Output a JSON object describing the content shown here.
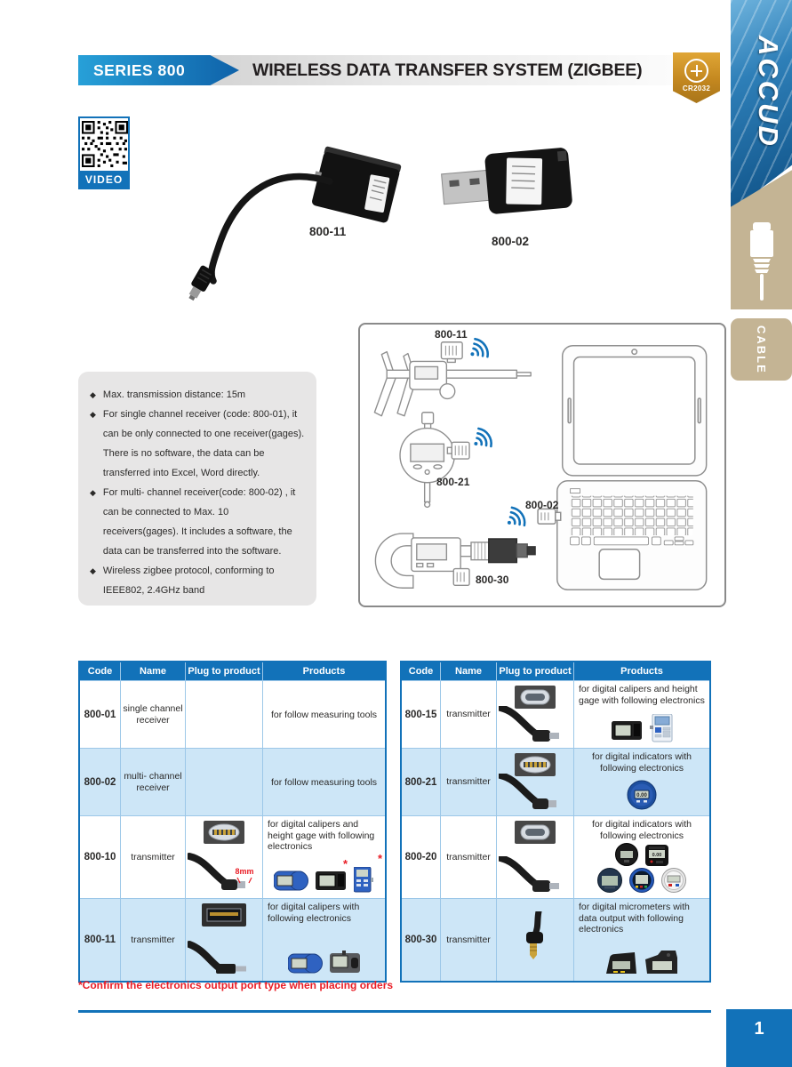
{
  "header": {
    "series": "SERIES 800",
    "title": "WIRELESS DATA TRANSFER SYSTEM (ZIGBEE)",
    "battery_label": "CR2032"
  },
  "sidebar": {
    "brand": "ACCUD",
    "tab_label": "CABLE"
  },
  "qr": {
    "label": "VIDEO"
  },
  "hero": {
    "items": [
      {
        "label": "800-11"
      },
      {
        "label": "800-02"
      }
    ]
  },
  "features": {
    "items": [
      "Max. transmission distance: 15m",
      "For single channel receiver (code: 800-01), it can be only connected to one receiver(gages). There is no software, the data can be transferred into Excel, Word directly.",
      "For multi- channel receiver(code: 800-02) , it can be connected to Max. 10 receivers(gages). It includes a software, the data can be transferred into the software.",
      "Wireless zigbee protocol, conforming to IEEE802, 2.4GHz band"
    ]
  },
  "diagram": {
    "labels": [
      "800-11",
      "800-21",
      "800-02",
      "800-30"
    ]
  },
  "tables": {
    "headers": [
      "Code",
      "Name",
      "Plug to product",
      "Products"
    ],
    "left": [
      {
        "code": "800-01",
        "name": "single channel receiver",
        "products": "for follow measuring tools"
      },
      {
        "code": "800-02",
        "name": "multi- channel receiver",
        "products": "for follow measuring tools"
      },
      {
        "code": "800-10",
        "name": "transmitter",
        "products": "for digital calipers and height gage with following electronics",
        "dim": "8mm",
        "asterisk": "*"
      },
      {
        "code": "800-11",
        "name": "transmitter",
        "products": "for digital calipers with following electronics"
      }
    ],
    "right": [
      {
        "code": "800-15",
        "name": "transmitter",
        "products": "for digital calipers and height gage with following electronics"
      },
      {
        "code": "800-21",
        "name": "transmitter",
        "products": "for digital indicators with following electronics",
        "lcd": "0.00"
      },
      {
        "code": "800-20",
        "name": "transmitter",
        "products": "for digital indicators with following electronics",
        "lcd": "0.00"
      },
      {
        "code": "800-30",
        "name": "transmitter",
        "products": "for digital micrometers with data output with following electronics"
      }
    ]
  },
  "note": "*Confirm the electronics output port type when placing orders",
  "page": {
    "number": "1"
  },
  "colors": {
    "accent_blue": "#1272b9",
    "row_blue": "#cde6f7",
    "red": "#e91c25",
    "gold": "#c3871f",
    "tan": "#c4b494"
  }
}
